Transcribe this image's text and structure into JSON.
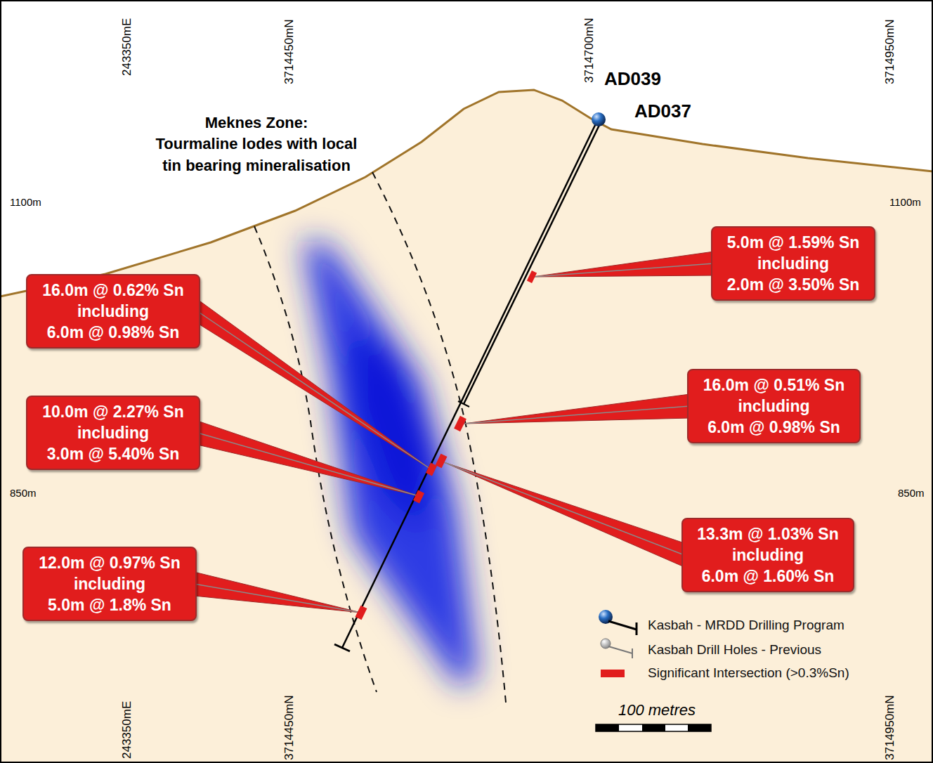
{
  "diagram": {
    "nodes": [
      {
        "text": [
          "5.0m @ 1.59% Sn",
          "including",
          "2.0m @ 3.50% Sn"
        ]
      },
      {
        "text": [
          "16.0m @ 0.62% Sn",
          "including",
          "6.0m @ 0.98% Sn"
        ]
      },
      {
        "text": [
          "16.0m @ 0.51% Sn",
          "including",
          "6.0m @ 0.98% Sn"
        ]
      },
      {
        "text": [
          "10.0m @ 2.27% Sn",
          "including",
          "3.0m @ 5.40% Sn"
        ]
      },
      {
        "text": [
          "13.3m @ 1.03% Sn",
          "including",
          "6.0m @ 1.60% Sn"
        ]
      },
      {
        "text": [
          "12.0m @ 0.97% Sn",
          "including",
          "5.0m @ 1.8% Sn"
        ]
      }
    ],
    "labels": [
      "243350mE",
      "3714450mN",
      "3714700mN",
      "3714950mN",
      "AD039",
      "AD037",
      "Meknes Zone:",
      "Tourmaline lodes with local",
      "tin bearing mineralisation",
      "1100m",
      "1100m",
      "850m",
      "850m",
      "100 metres",
      "243350mE",
      "3714450mN",
      "3714950mN"
    ],
    "legend": [
      {
        "text": "Kasbah - MRDD Drilling Program"
      },
      {
        "text": "Kasbah Drill Holes - Previous"
      },
      {
        "text": "Significant Intersection (>0.3%Sn)",
        "color": "#e11d1d"
      }
    ]
  }
}
